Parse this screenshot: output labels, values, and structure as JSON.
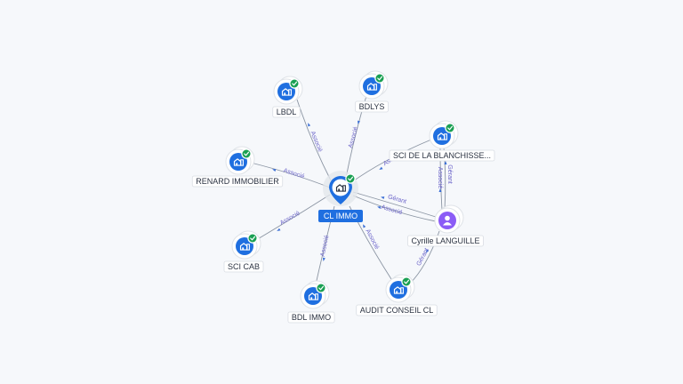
{
  "graph": {
    "center": {
      "label": "CL IMMO",
      "icon": "building-icon",
      "verified": true
    },
    "nodes": [
      {
        "id": "lbdl",
        "label": "LBDL",
        "type": "company",
        "icon": "building-icon",
        "verified": true
      },
      {
        "id": "bdlys",
        "label": "BDLYS",
        "type": "company",
        "icon": "building-icon",
        "verified": true
      },
      {
        "id": "sci-blanchisse",
        "label": "SCI DE LA BLANCHISSE...",
        "type": "company",
        "icon": "building-icon",
        "verified": true
      },
      {
        "id": "renard",
        "label": "RENARD IMMOBILIER",
        "type": "company",
        "icon": "building-icon",
        "verified": true
      },
      {
        "id": "sci-cab",
        "label": "SCI CAB",
        "type": "company",
        "icon": "building-icon",
        "verified": true
      },
      {
        "id": "bdl-immo",
        "label": "BDL IMMO",
        "type": "company",
        "icon": "building-icon",
        "verified": true
      },
      {
        "id": "audit-conseil",
        "label": "AUDIT CONSEIL CL",
        "type": "company",
        "icon": "building-icon",
        "verified": true
      },
      {
        "id": "cyrille",
        "label": "Cyrille LANGUILLE",
        "type": "person",
        "icon": "person-icon",
        "verified": false
      }
    ],
    "edges": [
      {
        "from": "lbdl",
        "to": "center",
        "label": "Associé"
      },
      {
        "from": "bdlys",
        "to": "center",
        "label": "Associé"
      },
      {
        "from": "sci-blanchisse",
        "to": "center",
        "label": "Associé"
      },
      {
        "from": "renard",
        "to": "center",
        "label": "Associé"
      },
      {
        "from": "sci-cab",
        "to": "center",
        "label": "Associé"
      },
      {
        "from": "bdl-immo",
        "to": "center",
        "label": "Associé"
      },
      {
        "from": "audit-conseil",
        "to": "center",
        "label": "Associé"
      },
      {
        "from": "cyrille",
        "to": "center",
        "label": "Gérant"
      },
      {
        "from": "cyrille",
        "to": "center",
        "label": "Associé"
      },
      {
        "from": "cyrille",
        "to": "sci-blanchisse",
        "label": "Gérant"
      },
      {
        "from": "cyrille",
        "to": "sci-blanchisse",
        "label": "Associé"
      },
      {
        "from": "cyrille",
        "to": "audit-conseil",
        "label": "Gérant"
      }
    ],
    "colors": {
      "company": "#1f6fe0",
      "person": "#8b5cf6",
      "verified": "#1aa053",
      "edge": "#8b95a3",
      "edge_label": "#6b64c9"
    }
  }
}
